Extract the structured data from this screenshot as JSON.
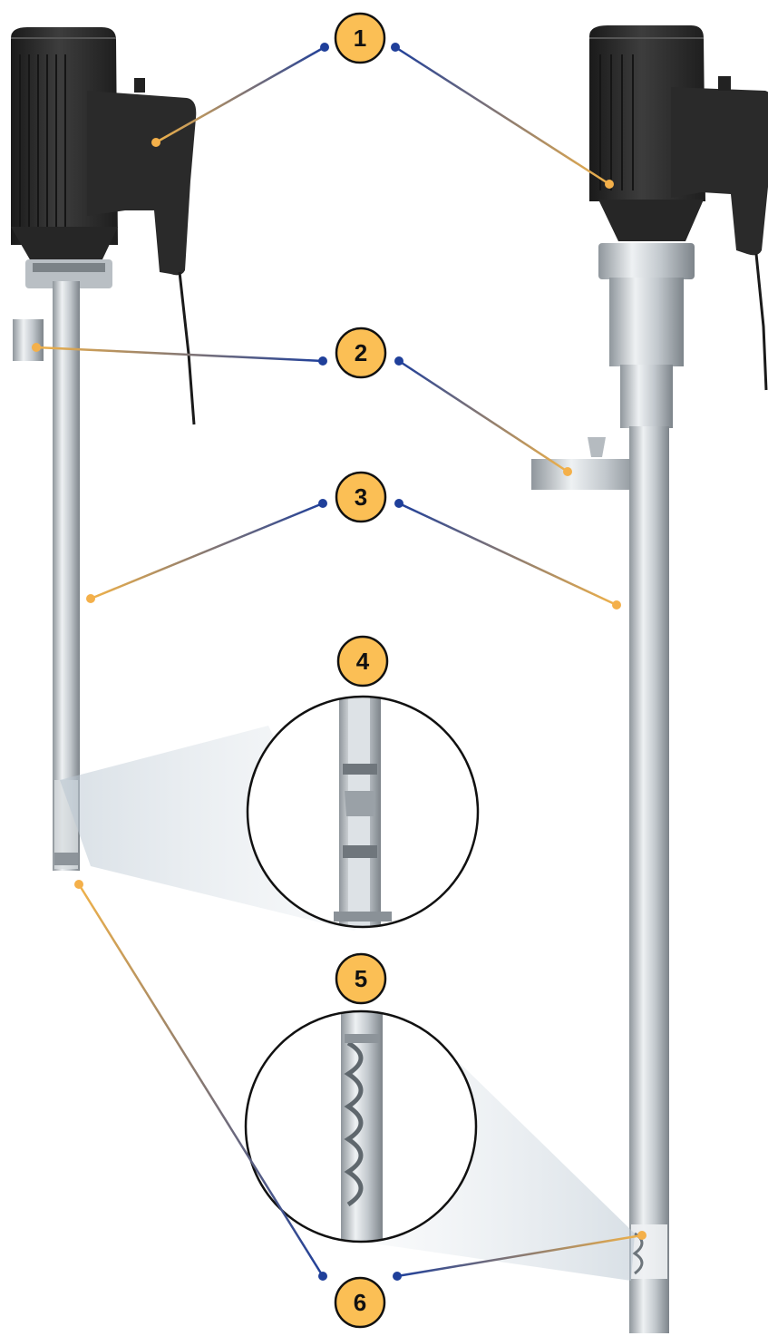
{
  "callouts": [
    {
      "number": "1",
      "part": "motor"
    },
    {
      "number": "2",
      "part": "discharge-outlet"
    },
    {
      "number": "3",
      "part": "pump-tube"
    },
    {
      "number": "4",
      "part": "impeller-detail"
    },
    {
      "number": "5",
      "part": "screw-rotor-detail"
    },
    {
      "number": "6",
      "part": "pump-foot"
    }
  ],
  "colors": {
    "badge_fill": "#fbbf55",
    "badge_stroke": "#111111",
    "leader_start": "#1f3f9a",
    "leader_end": "#f0b24a",
    "dot_blue": "#1f3f9a",
    "dot_orange": "#f4b04a",
    "motor": "#2b2b2b",
    "steel": "#c9ced3"
  }
}
